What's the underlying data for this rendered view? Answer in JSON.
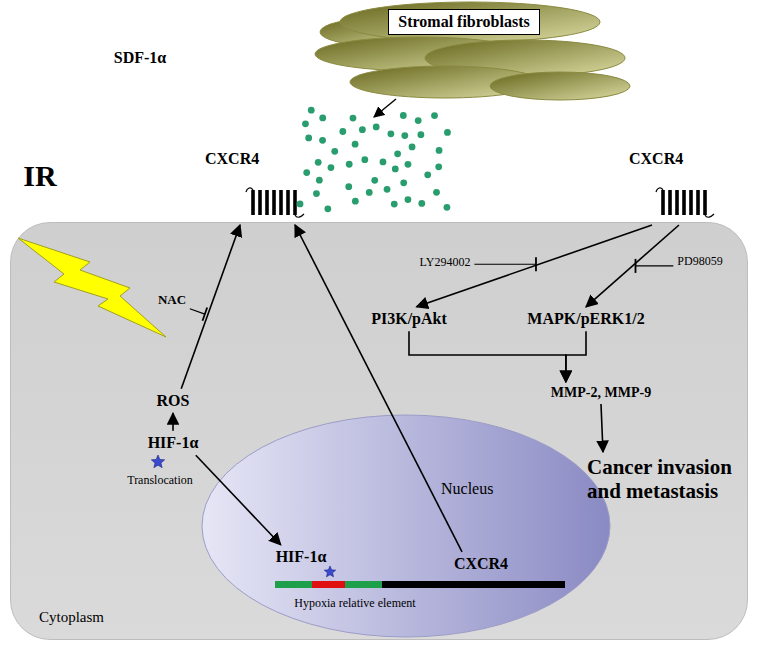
{
  "diagram": {
    "nodes": [
      {
        "text": [
          "Stromal fibroblasts"
        ]
      },
      {
        "text": [
          "CXCR4"
        ]
      },
      {
        "text": [
          "CXCR4"
        ]
      },
      {
        "text": [
          "Cytoplasm"
        ]
      },
      {
        "text": [
          "ROS"
        ],
        "in": 3
      },
      {
        "text": [
          "HIF-1α"
        ],
        "in": 3
      },
      {
        "text": [
          "PI3K/pAkt"
        ],
        "in": 3
      },
      {
        "text": [
          "MAPK/pERK1/2"
        ],
        "in": 3
      },
      {
        "text": [
          "MMP-2, MMP-9"
        ],
        "in": 3
      },
      {
        "text": [
          "Cancer invasion and metastasis"
        ],
        "in": 3
      },
      {
        "text": [
          "Nucleus"
        ],
        "in": 3
      },
      {
        "text": [
          "HIF-1α"
        ],
        "in": 10
      },
      {
        "text": [
          "CXCR4"
        ],
        "in": 10
      }
    ],
    "edges": [
      {
        "from": 5,
        "to": 4,
        "arrow": "to"
      },
      {
        "from": 4,
        "to": 1,
        "arrow": "to"
      },
      {
        "from": 5,
        "to": 11,
        "arrow": "to"
      },
      {
        "from": 12,
        "to": 1,
        "arrow": "to"
      },
      {
        "from": 2,
        "to": 6,
        "arrow": "to"
      },
      {
        "from": 2,
        "to": 7,
        "arrow": "to"
      },
      {
        "from": 6,
        "to": 8,
        "arrow": "to"
      },
      {
        "from": 7,
        "to": 8,
        "arrow": "to"
      },
      {
        "from": 8,
        "to": 9,
        "arrow": "to"
      }
    ],
    "labels": [
      "SDF-1α",
      "IR",
      "NAC",
      "LY294002",
      "PD98059",
      "Translocation",
      "Hypoxia relative element"
    ]
  }
}
